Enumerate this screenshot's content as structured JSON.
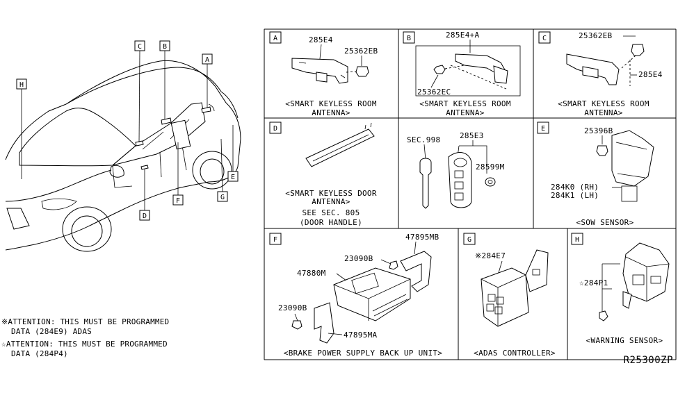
{
  "car_view": {
    "callouts": [
      "C",
      "B",
      "A",
      "H",
      "E",
      "F",
      "G",
      "D"
    ]
  },
  "notes": {
    "note1_line1": "※ATTENTION: THIS MUST BE PROGRAMMED",
    "note1_line2": "DATA (284E9) ADAS",
    "note2_line1": "☆ATTENTION: THIS MUST BE PROGRAMMED",
    "note2_line2": "DATA (284P4)"
  },
  "panels": {
    "A": {
      "letter": "A",
      "part1": "285E4",
      "part2": "25362EB",
      "caption1": "<SMART KEYLESS ROOM",
      "caption2": "ANTENNA>"
    },
    "B": {
      "letter": "B",
      "part1": "285E4+A",
      "part2": "25362EC",
      "caption1": "<SMART KEYLESS ROOM",
      "caption2": "ANTENNA>"
    },
    "C": {
      "letter": "C",
      "part1": "25362EB",
      "part2": "285E4",
      "caption1": "<SMART KEYLESS ROOM",
      "caption2": "ANTENNA>"
    },
    "D": {
      "letter": "D",
      "caption1": "<SMART KEYLESS DOOR",
      "caption2": "ANTENNA>",
      "caption3": "SEE SEC. 805",
      "caption4": "(DOOR HANDLE)"
    },
    "KEY": {
      "part1": "SEC.998",
      "part2": "285E3",
      "part3": "28599M"
    },
    "E": {
      "letter": "E",
      "part1": "25396B",
      "part2": "284K0 (RH)",
      "part3": "284K1 (LH)",
      "caption1": "<SOW SENSOR>"
    },
    "F": {
      "letter": "F",
      "part1": "47895MB",
      "part2": "23090B",
      "part3": "47880M",
      "part4": "23090B",
      "part5": "47895MA",
      "caption1": "<BRAKE POWER SUPPLY BACK UP UNIT>"
    },
    "G": {
      "letter": "G",
      "part1": "※284E7",
      "caption1": "<ADAS CONTROLLER>"
    },
    "H": {
      "letter": "H",
      "part1": "☆284P1",
      "caption1": "<WARNING SENSOR>"
    }
  },
  "reference_code": "R25300ZP"
}
